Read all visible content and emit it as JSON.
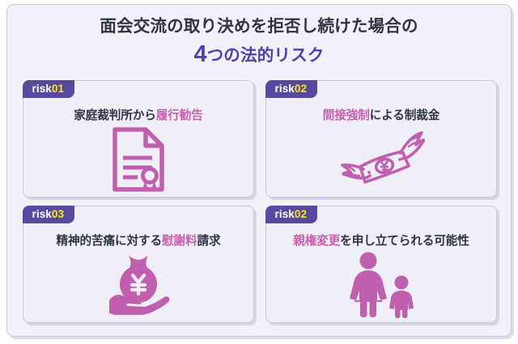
{
  "title": {
    "line1": "面会交流の取り決めを拒否し続けた場合の",
    "line2_number": "4",
    "line2_rest": "つの法的リスク"
  },
  "colors": {
    "background": "#f2f1f9",
    "card_background": "#f0eff7",
    "border": "#c9c6df",
    "badge_purple": "#57499f",
    "badge_number_yellow": "#ffe715",
    "accent_purple": "#4d3fad",
    "highlight_pink": "#c65fae",
    "icon_pink": "#c15faf",
    "text_dark": "#2f3344"
  },
  "cards": [
    {
      "badge_label": "risk",
      "badge_number": "01",
      "heading_plain_before": "家庭裁判所から",
      "heading_highlight": "履行勧告",
      "heading_plain_after": "",
      "icon": "certificate-document-icon"
    },
    {
      "badge_label": "risk",
      "badge_number": "02",
      "heading_plain_before": "",
      "heading_highlight": "間接強制",
      "heading_plain_after": "による制裁金",
      "icon": "winged-money-icon"
    },
    {
      "badge_label": "risk",
      "badge_number": "03",
      "heading_plain_before": "精神的苦痛に対する",
      "heading_highlight": "慰謝料",
      "heading_plain_after": "請求",
      "icon": "money-bag-in-hand-icon"
    },
    {
      "badge_label": "risk",
      "badge_number": "02",
      "heading_plain_before": "",
      "heading_highlight": "親権変更",
      "heading_plain_after": "を申し立てられる可能性",
      "icon": "parent-and-child-icon"
    }
  ]
}
